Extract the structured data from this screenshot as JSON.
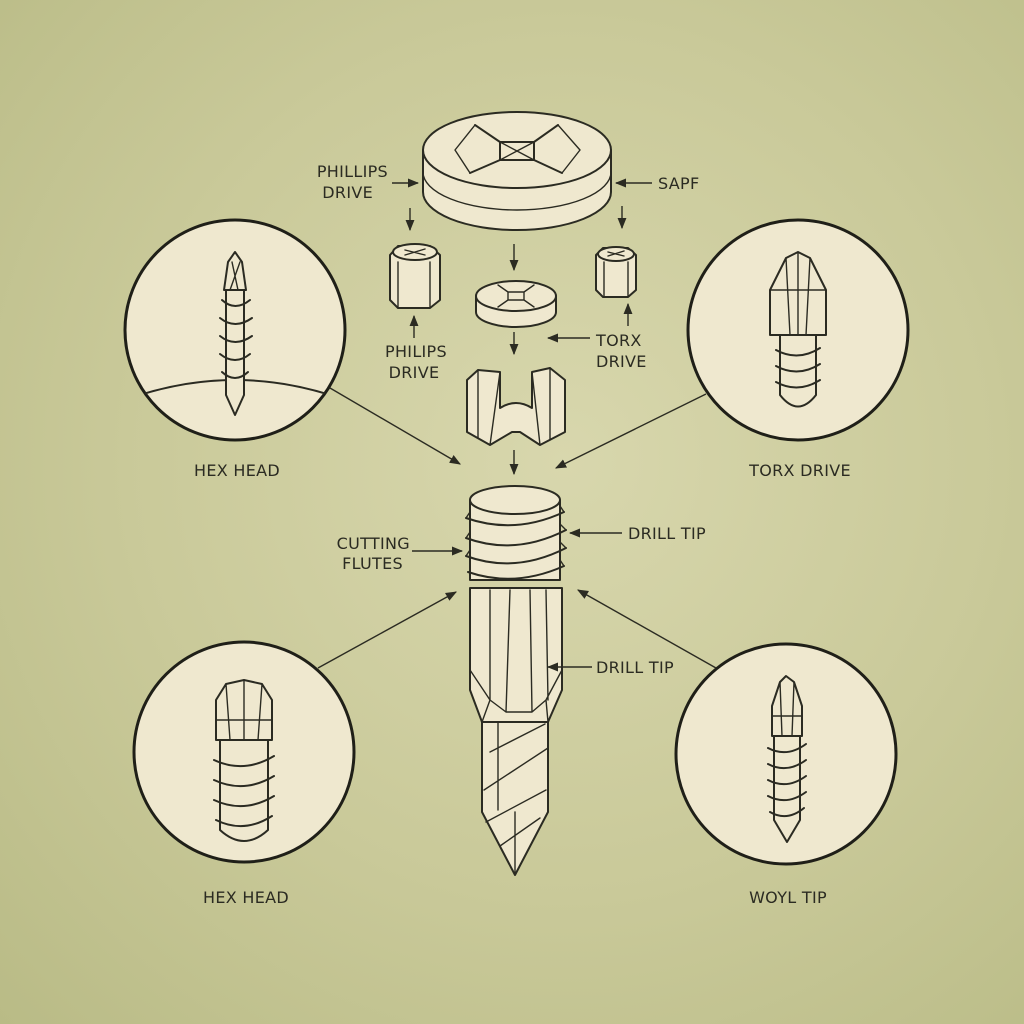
{
  "labels": {
    "phillips_drive": [
      "PHILLIPS",
      "DRIVE"
    ],
    "sapf": "SAPF",
    "philips_drive": [
      "PHILIPS",
      "DRIVE"
    ],
    "torx_drive_center": [
      "TORX",
      "DRIVE"
    ],
    "cutting_flutes": [
      "CUTTING",
      "FLUTES"
    ],
    "drill_tip_upper": "DRILL TIP",
    "drill_tip_lower": "DRILL TIP"
  },
  "callouts": {
    "top_left": "HEX HEAD",
    "top_right": "TORX DRIVE",
    "bottom_left": "HEX HEAD",
    "bottom_right": "WOYL TIP"
  },
  "colors": {
    "background": "#c9c999",
    "paper": "#efe8cf",
    "ink": "#2b2b22"
  }
}
